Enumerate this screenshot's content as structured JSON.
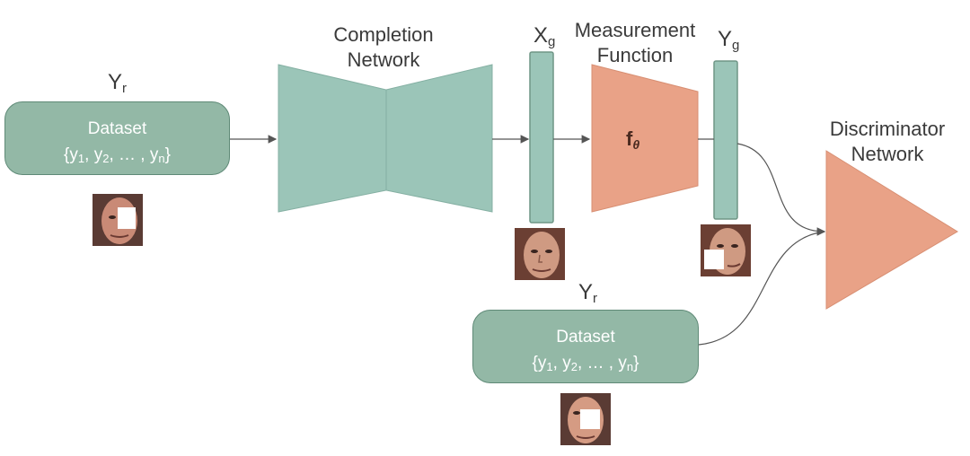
{
  "labels": {
    "completion": "Completion\nNetwork",
    "measurement": "Measurement\nFunction",
    "discriminator": "Discriminator\nNetwork"
  },
  "symbols": {
    "yr_main": "Y",
    "yr_main_sub": "r",
    "yr_second": "Y",
    "yr_second_sub": "r",
    "xg": "X",
    "xg_sub": "g",
    "yg": "Y",
    "yg_sub": "g",
    "f": "f",
    "f_sub": "θ"
  },
  "dataset": {
    "title": "Dataset",
    "open": "{y",
    "s1": "1",
    "sep1": ", y",
    "s2": "2",
    "sep2": ", … , y",
    "sn": "n",
    "close": "}"
  },
  "colors": {
    "teal": "#9bc5b8",
    "teal_edge": "#5f8a77",
    "salmon": "#e9a287",
    "salmon_edge": "#c88468",
    "line": "#555555",
    "text": "#3a3a3a"
  },
  "icons": [
    "face-thumbnail-masked",
    "face-thumbnail-completed",
    "face-thumbnail-remeasured",
    "face-thumbnail-real"
  ]
}
